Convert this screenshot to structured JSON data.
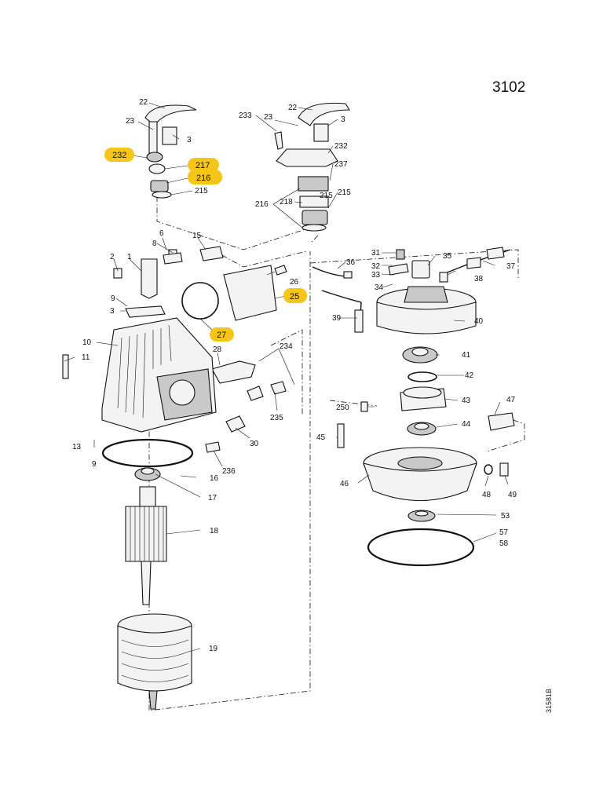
{
  "sheet_number": "3102",
  "drawing_code": "31581B",
  "highlight_color": "#f5c518",
  "highlighted_callouts": [
    "232",
    "217",
    "216",
    "25",
    "27"
  ],
  "callouts": [
    "22",
    "23",
    "3",
    "232",
    "217",
    "216",
    "215",
    "233",
    "23",
    "22",
    "3",
    "232",
    "237",
    "215",
    "216",
    "218",
    "215",
    "6",
    "8",
    "15",
    "2",
    "1",
    "26",
    "25",
    "9",
    "3",
    "27",
    "10",
    "11",
    "28",
    "234",
    "235",
    "13",
    "9",
    "16",
    "30",
    "236",
    "17",
    "18",
    "19",
    "36",
    "31",
    "35",
    "37",
    "32",
    "33",
    "34",
    "38",
    "39",
    "40",
    "41",
    "42",
    "43",
    "250",
    "47",
    "44",
    "45",
    "46",
    "48",
    "49",
    "53",
    "57",
    "58"
  ]
}
